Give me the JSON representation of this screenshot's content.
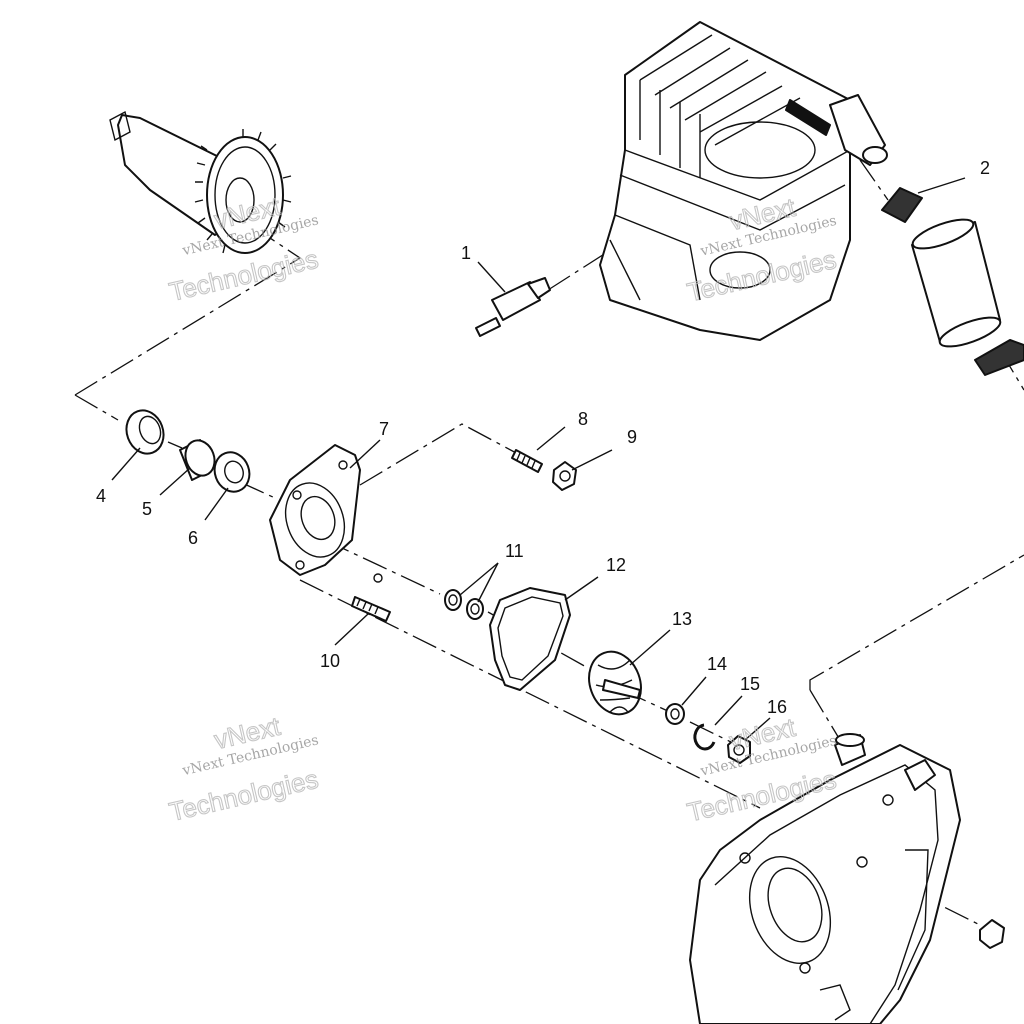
{
  "callouts": [
    "1",
    "2",
    "4",
    "5",
    "6",
    "7",
    "8",
    "9",
    "10",
    "11",
    "12",
    "13",
    "14",
    "15",
    "16"
  ],
  "watermark": {
    "line1": "vNext",
    "line2": "vNext Technologies",
    "line3": "Technologies"
  }
}
